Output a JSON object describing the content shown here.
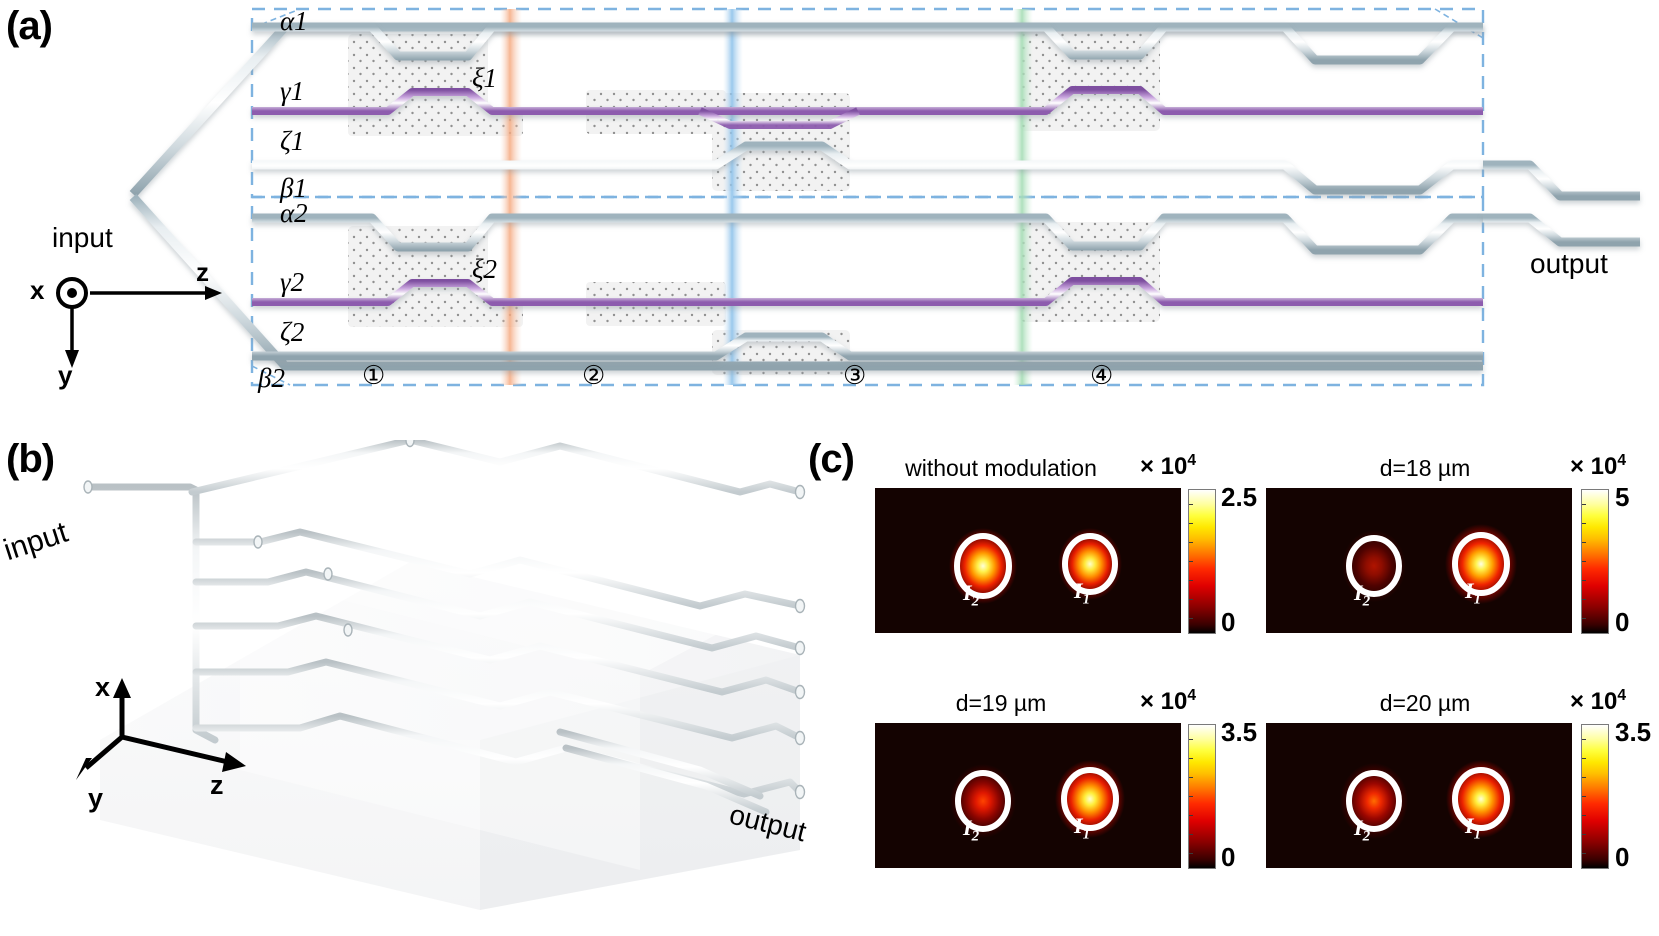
{
  "figure": {
    "panels": [
      {
        "id": "a",
        "letter": "(a)"
      },
      {
        "id": "b",
        "letter": "(b)"
      },
      {
        "id": "c",
        "letter": "(c)"
      }
    ]
  },
  "panel_a": {
    "letter": "(a)",
    "input_label": "input",
    "output_label": "output",
    "axes": {
      "x": "x",
      "y": "y",
      "z": "z"
    },
    "waveguide_labels": [
      {
        "text": "α1",
        "name": "alpha1"
      },
      {
        "text": "γ1",
        "name": "gamma1"
      },
      {
        "text": "ζ1",
        "name": "zeta1"
      },
      {
        "text": "β1",
        "name": "beta1"
      },
      {
        "text": "α2",
        "name": "alpha2"
      },
      {
        "text": "γ2",
        "name": "gamma2"
      },
      {
        "text": "ζ2",
        "name": "zeta2"
      },
      {
        "text": "β2",
        "name": "beta2"
      }
    ],
    "coupler_labels": [
      {
        "text": "ξ1",
        "name": "xi1"
      },
      {
        "text": "ξ2",
        "name": "xi2"
      }
    ],
    "stage_markers": [
      "①",
      "②",
      "③",
      "④"
    ],
    "colors": {
      "waveguide": "#c8d2d8",
      "purple": "#9b6fb5",
      "orange": "#f07b3f",
      "green": "#62c98e",
      "dashed_box": "#7eb3e0",
      "band_orange": "#f6c6ae",
      "band_blue": "#aacfee",
      "band_green": "#bfe5c9"
    }
  },
  "panel_b": {
    "letter": "(b)",
    "input_label": "input",
    "output_label": "output",
    "axes": {
      "x": "x",
      "y": "y",
      "z": "z"
    }
  },
  "panel_c": {
    "letter": "(c)",
    "subpanels": [
      {
        "name": "without-modulation",
        "title": "without modulation",
        "colorbar_exponent_label": "× 10",
        "colorbar_exponent": "4",
        "colorbar_max": "2.5",
        "colorbar_min": "0",
        "spots": [
          {
            "label": "I",
            "sub": "2",
            "intensity": 0.95
          },
          {
            "label": "I",
            "sub": "1",
            "intensity": 0.92
          }
        ]
      },
      {
        "name": "d-18-um",
        "title": "d=18 µm",
        "colorbar_exponent_label": "× 10",
        "colorbar_exponent": "4",
        "colorbar_max": "5",
        "colorbar_min": "0",
        "spots": [
          {
            "label": "I",
            "sub": "2",
            "intensity": 0.22
          },
          {
            "label": "I",
            "sub": "1",
            "intensity": 1.0
          }
        ]
      },
      {
        "name": "d-19-um",
        "title": "d=19 µm",
        "colorbar_exponent_label": "× 10",
        "colorbar_exponent": "4",
        "colorbar_max": "3.5",
        "colorbar_min": "0",
        "spots": [
          {
            "label": "I",
            "sub": "2",
            "intensity": 0.52
          },
          {
            "label": "I",
            "sub": "1",
            "intensity": 0.97
          }
        ]
      },
      {
        "name": "d-20-um",
        "title": "d=20 µm",
        "colorbar_exponent_label": "× 10",
        "colorbar_exponent": "4",
        "colorbar_max": "3.5",
        "colorbar_min": "0",
        "spots": [
          {
            "label": "I",
            "sub": "2",
            "intensity": 0.62
          },
          {
            "label": "I",
            "sub": "1",
            "intensity": 0.98
          }
        ]
      }
    ]
  },
  "chart_data": {
    "type": "heatmap",
    "title": "Near-field output intensity distributions",
    "panels": [
      {
        "condition": "without modulation",
        "cbar_max": 25000,
        "cbar_min": 0,
        "I1_rel": 0.92,
        "I2_rel": 0.95
      },
      {
        "condition": "d=18 µm",
        "cbar_max": 50000,
        "cbar_min": 0,
        "I1_rel": 1.0,
        "I2_rel": 0.22
      },
      {
        "condition": "d=19 µm",
        "cbar_max": 35000,
        "cbar_min": 0,
        "I1_rel": 0.97,
        "I2_rel": 0.52
      },
      {
        "condition": "d=20 µm",
        "cbar_max": 35000,
        "cbar_min": 0,
        "I1_rel": 0.98,
        "I2_rel": 0.62
      }
    ],
    "colormap": "hot",
    "cbar_units_multiplier": "× 10^4"
  }
}
